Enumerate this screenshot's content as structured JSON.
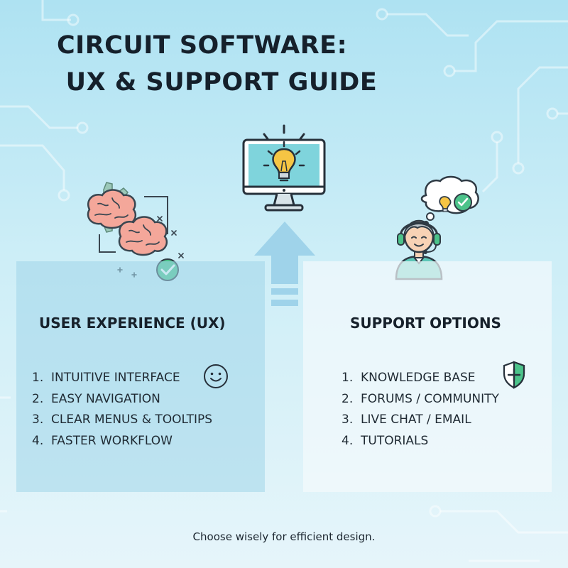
{
  "title": {
    "line1": "CIRCUIT SOFTWARE:",
    "line2": " UX & SUPPORT GUIDE"
  },
  "icons": {
    "monitor": "monitor-lightbulb-icon",
    "arrow": "up-arrow-icon",
    "brains": "brain-gear-icon",
    "check": "check-badge-icon",
    "agent": "support-agent-icon",
    "smiley": "smiley-icon",
    "shield": "shield-plus-icon"
  },
  "ux_panel": {
    "heading": "USER EXPERIENCE (UX)",
    "items": [
      {
        "num": "1.",
        "label": "INTUITIVE INTERFACE"
      },
      {
        "num": "2.",
        "label": "EASY NAVIGATION"
      },
      {
        "num": "3.",
        "label": "CLEAR MENUS & TOOLTIPS"
      },
      {
        "num": "4.",
        "label": "FASTER WORKFLOW"
      }
    ]
  },
  "support_panel": {
    "heading": "SUPPORT OPTIONS",
    "items": [
      {
        "num": "1.",
        "label": "KNOWLEDGE BASE"
      },
      {
        "num": "2.",
        "label": "FORUMS / COMMUNITY"
      },
      {
        "num": "3.",
        "label": "LIVE CHAT / EMAIL"
      },
      {
        "num": "4.",
        "label": "TUTORIALS"
      }
    ]
  },
  "footer": "Choose wisely for efficient design.",
  "colors": {
    "title": "#15202b",
    "accent_green": "#4cc38a",
    "monitor_screen": "#7fd4dc",
    "bulb": "#f6c544",
    "brain": "#f4a79a",
    "arrow": "#9fd3ea"
  }
}
